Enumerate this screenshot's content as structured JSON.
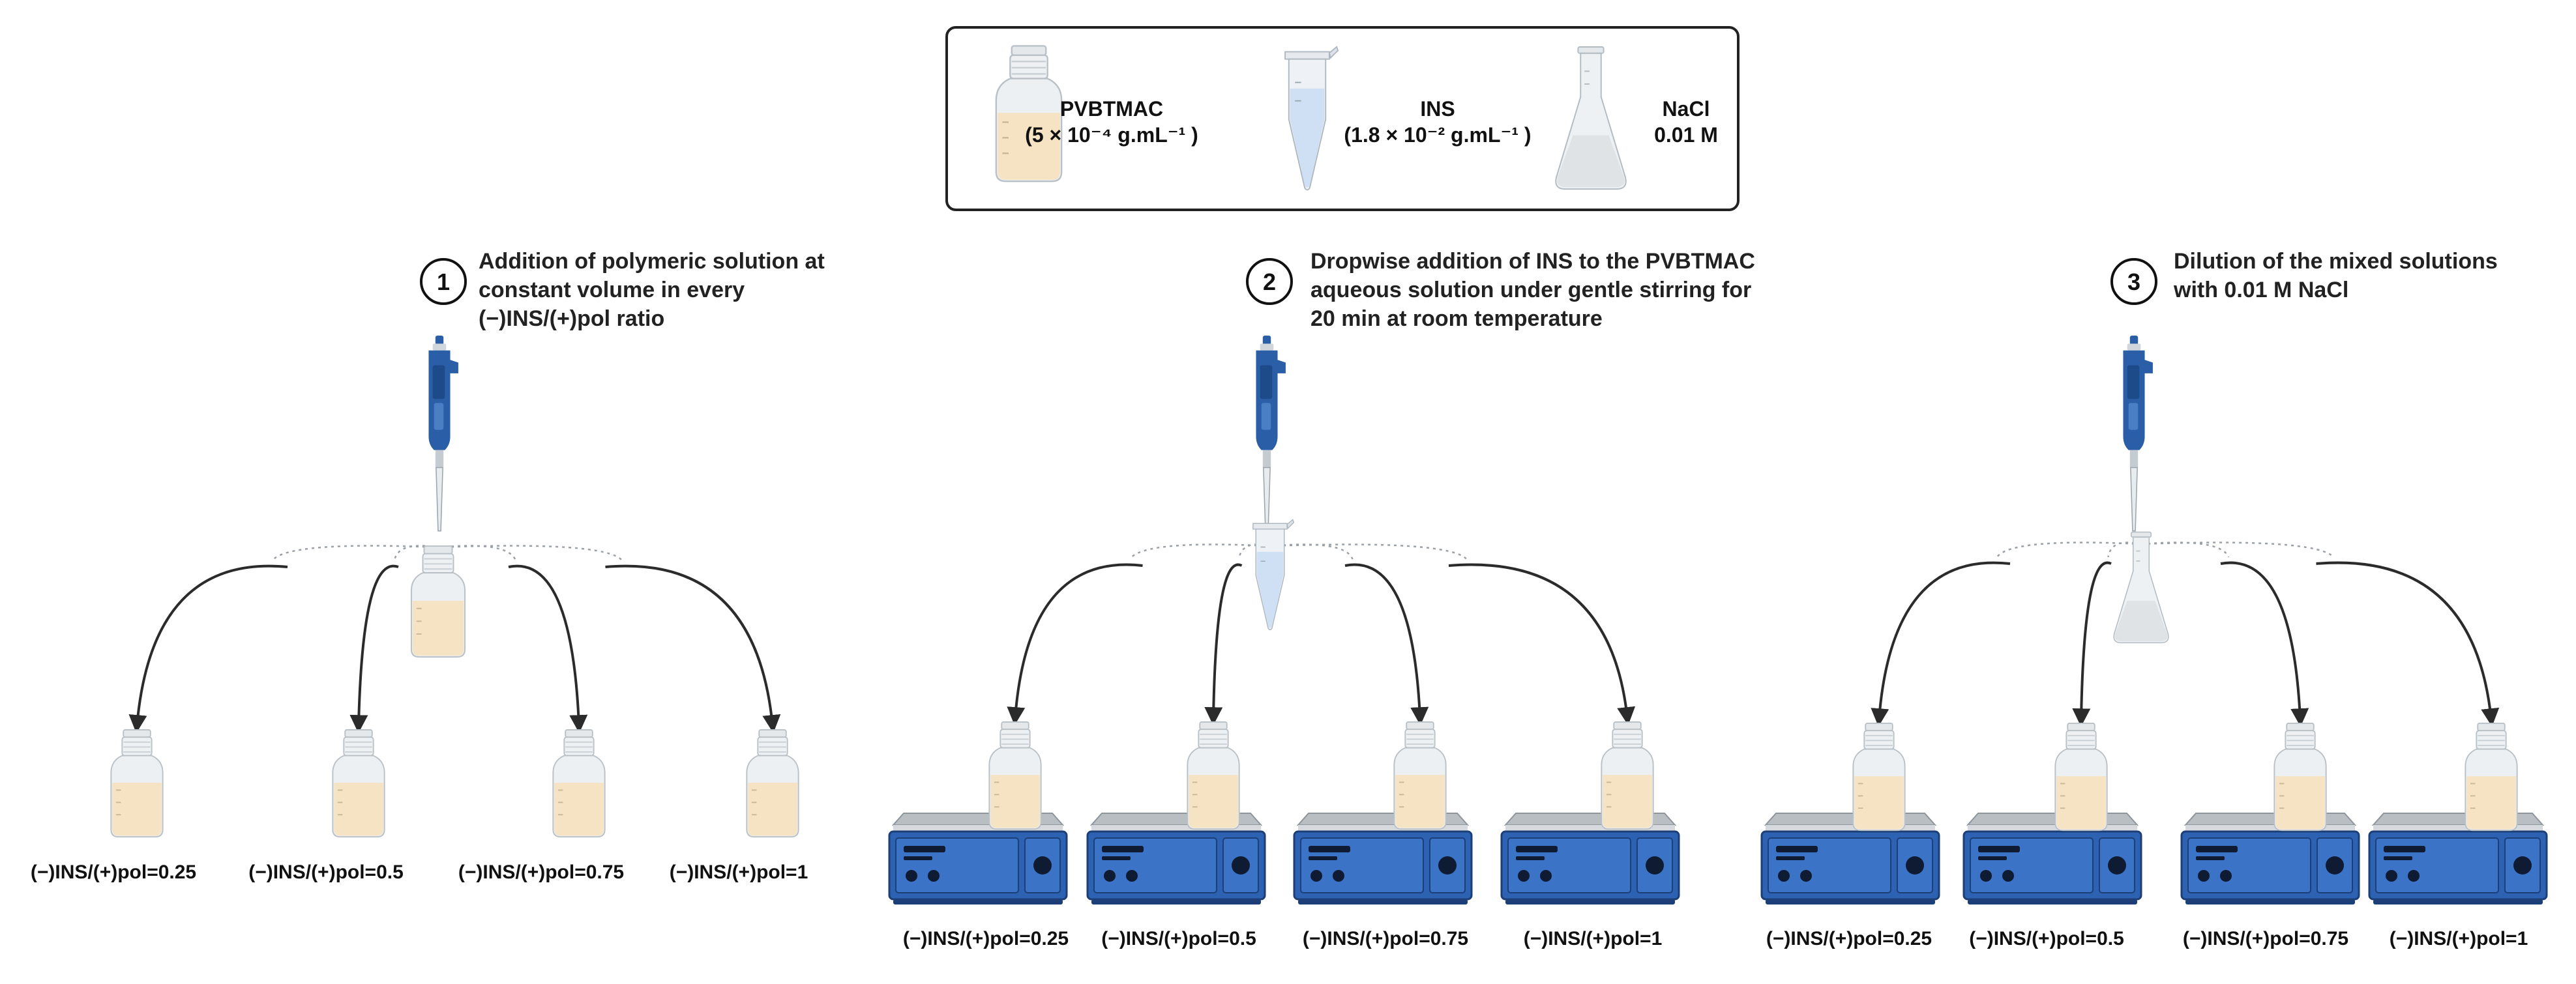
{
  "legend": {
    "items": [
      {
        "icon": "bottle-icon",
        "name": "PVBTMAC",
        "detail": "(5 × 10⁻⁴ g.mL⁻¹ )"
      },
      {
        "icon": "tube-icon",
        "name": "INS",
        "detail": "(1.8 × 10⁻² g.mL⁻¹ )"
      },
      {
        "icon": "flask-icon",
        "name": "NaCl",
        "detail": "0.01 M"
      }
    ]
  },
  "steps": [
    {
      "number": "1",
      "lines": [
        "Addition of polymeric solution at",
        "constant volume in every",
        "(−)INS/(+)pol ratio"
      ],
      "source": "bottle-icon",
      "stirrer": false,
      "ratios": [
        "(−)INS/(+)pol=0.25",
        "(−)INS/(+)pol=0.5",
        "(−)INS/(+)pol=0.75",
        "(−)INS/(+)pol=1"
      ]
    },
    {
      "number": "2",
      "lines": [
        "Dropwise addition of INS to the PVBTMAC",
        "aqueous solution under gentle stirring for",
        "20 min at room temperature"
      ],
      "source": "tube-icon",
      "stirrer": true,
      "ratios": [
        "(−)INS/(+)pol=0.25",
        "(−)INS/(+)pol=0.5",
        "(−)INS/(+)pol=0.75",
        "(−)INS/(+)pol=1"
      ]
    },
    {
      "number": "3",
      "lines": [
        "Dilution of the mixed solutions",
        "with 0.01 M NaCl"
      ],
      "source": "flask-icon",
      "stirrer": true,
      "ratios": [
        "(−)INS/(+)pol=0.25",
        "(−)INS/(+)pol=0.5",
        "(−)INS/(+)pol=0.75",
        "(−)INS/(+)pol=1"
      ]
    }
  ],
  "colors": {
    "liquid": "#f6e3c4",
    "glass": "#e9edf0",
    "glass_stroke": "#b9c1c7",
    "pipette_blue": "#2a5ea6",
    "stirrer_blue": "#2d62b3",
    "arrow": "#2b2b2b"
  }
}
